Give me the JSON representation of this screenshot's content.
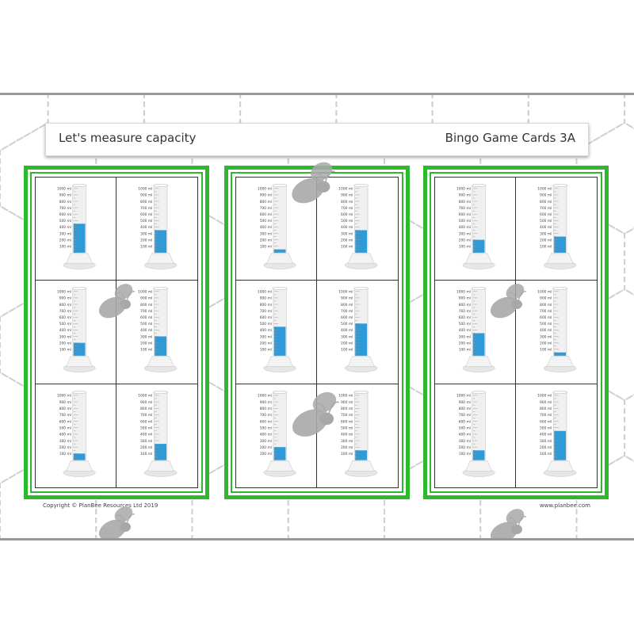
{
  "header": {
    "title": "Let's measure capacity",
    "subtitle": "Bingo Game Cards 3A"
  },
  "footer": {
    "copyright": "Copyright © PlanBee Resources Ltd 2019",
    "website": "www.planbee.com"
  },
  "scale": {
    "labels": [
      "1000 ml",
      "900 ml",
      "800 ml",
      "700 ml",
      "600 ml",
      "500 ml",
      "400 ml",
      "300 ml",
      "200 ml",
      "100 ml"
    ],
    "max_ml": 1000
  },
  "colors": {
    "card_border": "#2eb82e",
    "liquid": "#2e9ad8",
    "cylinder": "#f0f0f0",
    "bee": "#a8a8a8"
  },
  "cards": [
    {
      "name": "card-1",
      "levels_ml": [
        450,
        350,
        200,
        300,
        100,
        250
      ]
    },
    {
      "name": "card-2",
      "levels_ml": [
        50,
        350,
        450,
        500,
        200,
        150
      ]
    },
    {
      "name": "card-3",
      "levels_ml": [
        200,
        250,
        350,
        50,
        150,
        450
      ]
    }
  ]
}
